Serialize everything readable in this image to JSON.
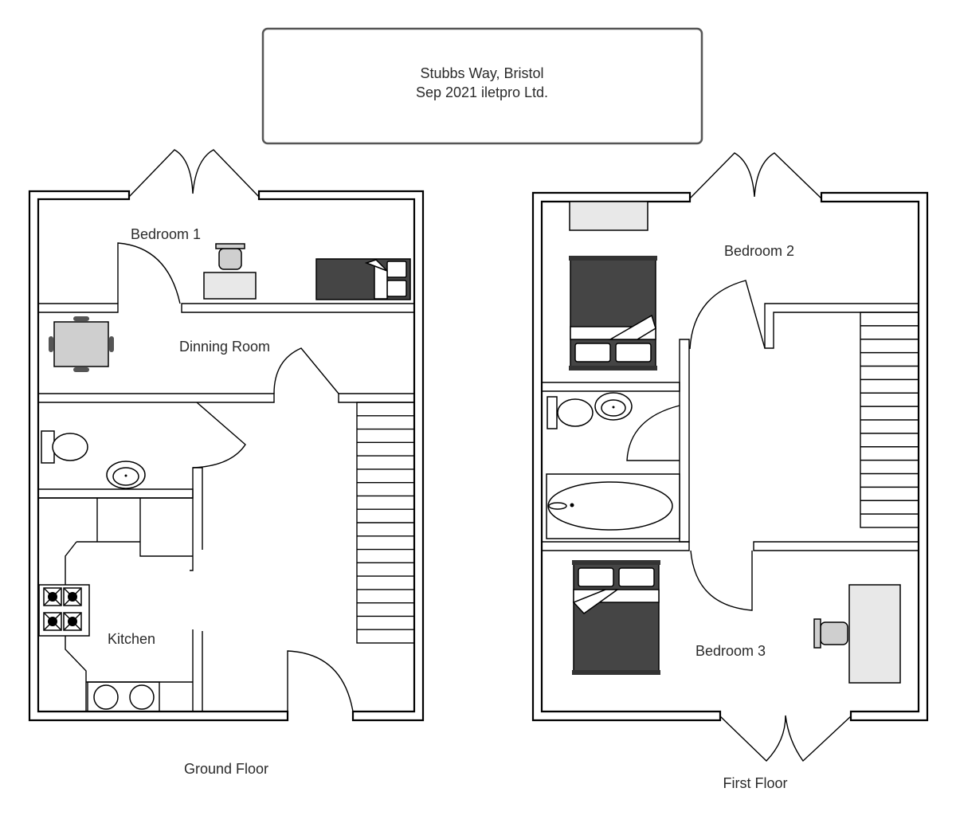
{
  "title": {
    "line1": "Stubbs Way, Bristol",
    "line2": "Sep 2021 iletpro Ltd."
  },
  "ground_floor": {
    "label": "Ground Floor",
    "rooms": {
      "bedroom1": "Bedroom 1",
      "dining": "Dinning Room",
      "kitchen": "Kitchen"
    }
  },
  "first_floor": {
    "label": "First Floor",
    "rooms": {
      "bedroom2": "Bedroom 2",
      "bedroom3": "Bedroom 3"
    }
  }
}
